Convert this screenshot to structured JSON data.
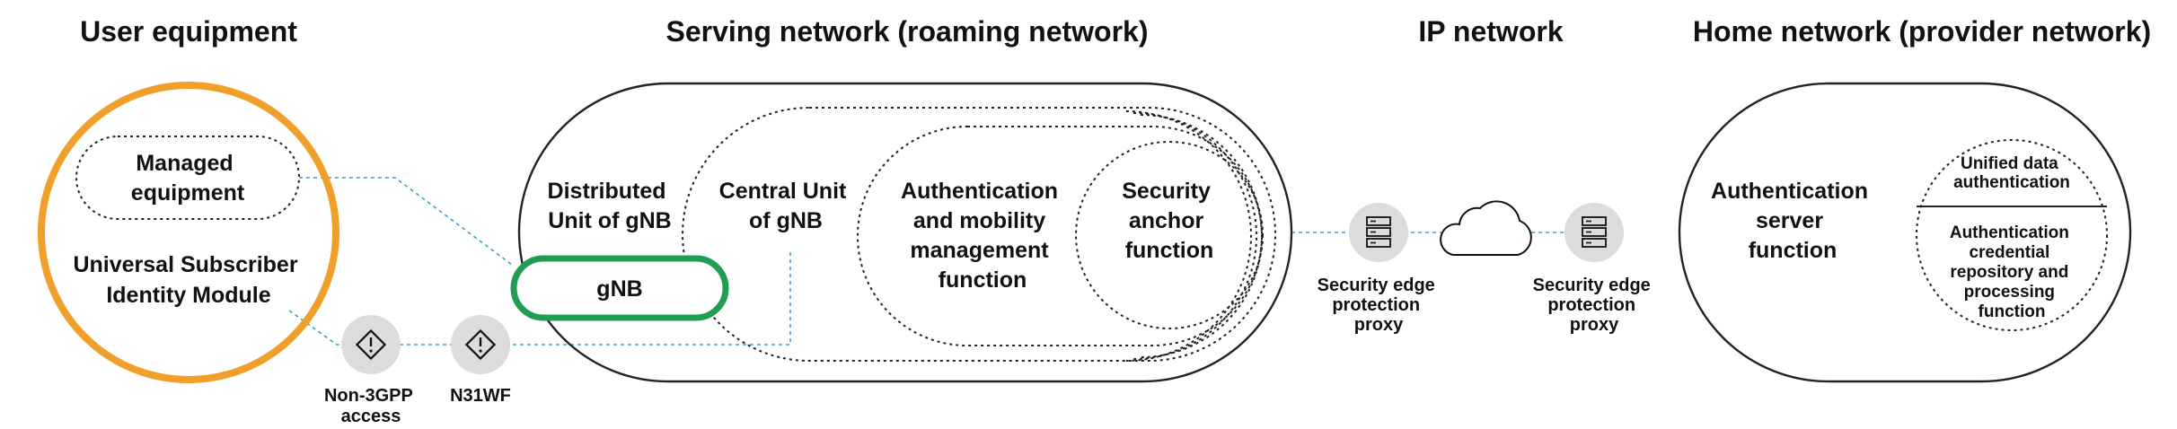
{
  "colors": {
    "ue_ring": "#f0a02a",
    "gnb_ring": "#1f9e52",
    "link": "#3a9fbf",
    "icon_bg": "#dcdcdc",
    "outline": "#222222"
  },
  "headers": {
    "user_equipment": "User equipment",
    "serving_network": "Serving network (roaming network)",
    "ip_network": "IP network",
    "home_network": "Home network (provider network)"
  },
  "user_equipment": {
    "managed_equipment": [
      "Managed",
      "equipment"
    ],
    "usim": [
      "Universal Subscriber",
      "Identity Module"
    ]
  },
  "access": {
    "non3gpp": [
      "Non-3GPP",
      "access"
    ],
    "n3iwf": "N31WF",
    "icon": "diamond-alert-icon"
  },
  "serving": {
    "du": [
      "Distributed",
      "Unit of gNB"
    ],
    "cu": [
      "Central Unit",
      "of gNB"
    ],
    "gnb": "gNB",
    "amf": [
      "Authentication",
      "and mobility",
      "management",
      "function"
    ],
    "seaf": [
      "Security",
      "anchor",
      "function"
    ]
  },
  "ip": {
    "sepp_left": [
      "Security edge",
      "protection",
      "proxy"
    ],
    "sepp_right": [
      "Security edge",
      "protection",
      "proxy"
    ],
    "server_icon": "server-rack-icon",
    "cloud_icon": "cloud-icon"
  },
  "home": {
    "ausf": [
      "Authentication",
      "server",
      "function"
    ],
    "udm_top": [
      "Unified data",
      "authentication"
    ],
    "udm_bottom": [
      "Authentication",
      "credential",
      "repository and",
      "processing",
      "function"
    ]
  }
}
